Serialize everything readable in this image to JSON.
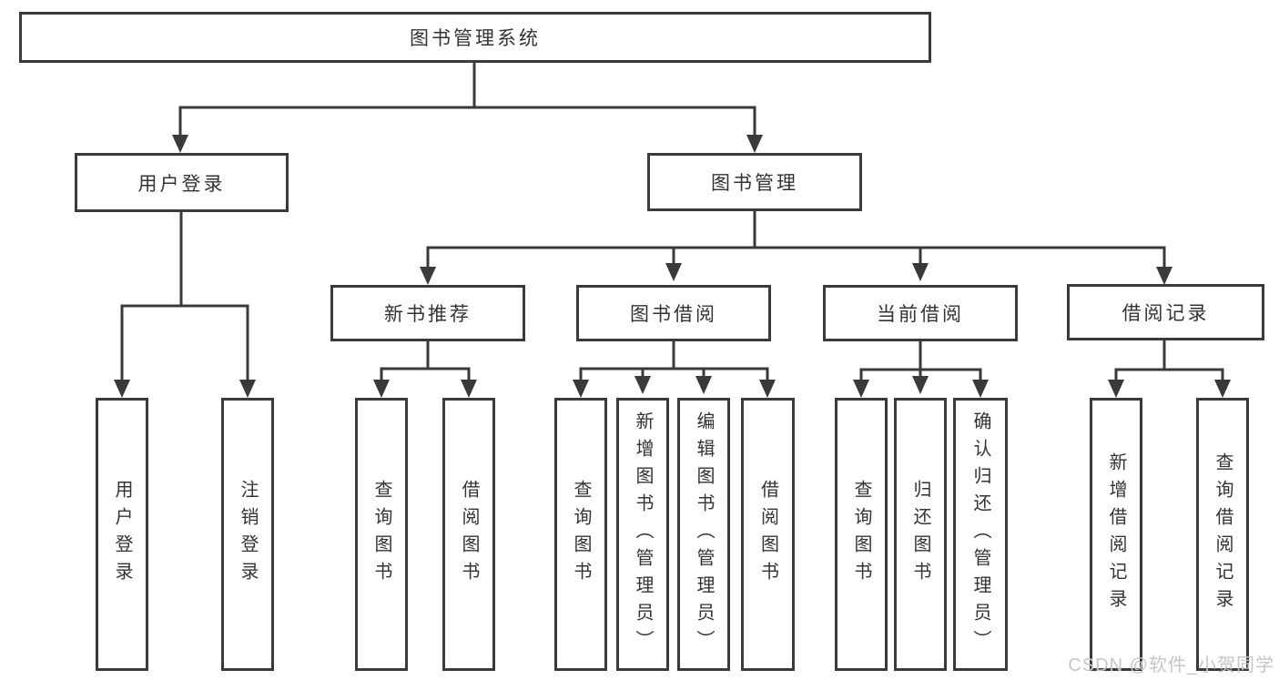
{
  "nodes": {
    "root": {
      "label": "图书管理系统"
    },
    "user_login": {
      "label": "用户登录",
      "children": {
        "login": "用户登录",
        "logout": "注销登录"
      }
    },
    "book_management": {
      "label": "图书管理",
      "children": {
        "new_book_recommend": {
          "label": "新书推荐",
          "children": {
            "query_books": "查询图书",
            "borrow_books": "借阅图书"
          }
        },
        "book_borrowing": {
          "label": "图书借阅",
          "children": {
            "query_books": "查询图书",
            "add_books": "新增图书（管理员）",
            "edit_books": "编辑图书（管理员）",
            "borrow_books": "借阅图书"
          }
        },
        "current_borrowing": {
          "label": "当前借阅",
          "children": {
            "query_books": "查询图书",
            "return_books": "归还图书",
            "confirm_return": "确认归还（管理员）"
          }
        },
        "borrow_records": {
          "label": "借阅记录",
          "children": {
            "add_record": "新增借阅记录",
            "query_record": "查询借阅记录"
          }
        }
      }
    }
  },
  "watermark": {
    "text": "CSDN @软件_小贺同学"
  },
  "colors": {
    "line": "#3a3a3a",
    "text": "#333333",
    "background": "#ffffff",
    "watermark": "#c6c6c6"
  }
}
